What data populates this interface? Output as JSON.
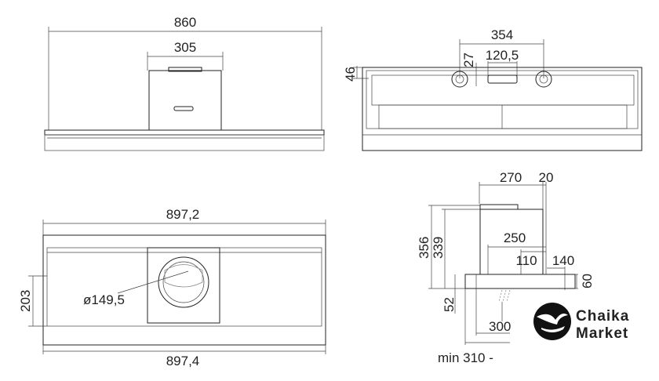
{
  "front_view": {
    "width": "860",
    "duct_width": "305"
  },
  "rear_view": {
    "holes_spacing": "354",
    "panel_width": "120,5",
    "offset": "27",
    "height": "46"
  },
  "bottom_view": {
    "top_width": "897,2",
    "depth": "203",
    "duct_diameter": "ø149,5",
    "bottom_width": "897,4"
  },
  "side_view": {
    "width": "270",
    "lip": "20",
    "total_height": "356",
    "body_height": "339",
    "inner_width": "250",
    "offset_a": "110",
    "offset_b": "140",
    "front_height": "60",
    "bottom_height": "52",
    "depth_300": "300",
    "min_label": "min 310 -"
  },
  "logo": {
    "line1": "Chaika",
    "line2": "Market",
    "color": "#111111"
  }
}
